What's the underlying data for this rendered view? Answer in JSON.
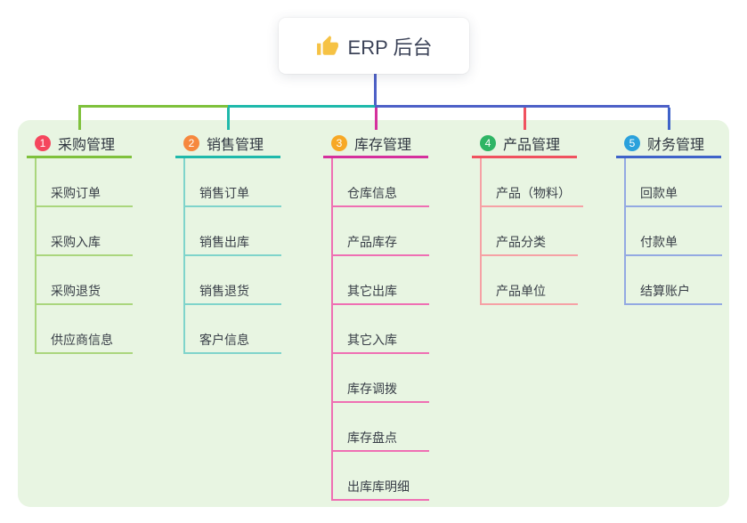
{
  "root": {
    "label": "ERP 后台",
    "icon": "thumbs-up",
    "connector_color": "#4e61c7"
  },
  "panel": {
    "background": "#e8f5e2"
  },
  "connectors": {
    "segments": [
      {
        "name": "left-green",
        "color": "#7fc13c"
      },
      {
        "name": "mid-teal",
        "color": "#1fb9ab"
      },
      {
        "name": "right-blue",
        "color": "#4e61c7"
      }
    ]
  },
  "branches": [
    {
      "number": "1",
      "label": "采购管理",
      "colors": {
        "badge": "#f5465d",
        "line": "#7fc13c",
        "light": "#aad67d"
      },
      "children": [
        "采购订单",
        "采购入库",
        "采购退货",
        "供应商信息"
      ]
    },
    {
      "number": "2",
      "label": "销售管理",
      "colors": {
        "badge": "#f6883e",
        "line": "#1fb9ab",
        "light": "#7fd4cb"
      },
      "children": [
        "销售订单",
        "销售出库",
        "销售退货",
        "客户信息"
      ]
    },
    {
      "number": "3",
      "label": "库存管理",
      "colors": {
        "badge": "#f7a825",
        "line": "#d5309d",
        "light": "#ef6fb3"
      },
      "children": [
        "仓库信息",
        "产品库存",
        "其它出库",
        "其它入库",
        "库存调拨",
        "库存盘点",
        "出库库明细"
      ]
    },
    {
      "number": "4",
      "label": "产品管理",
      "colors": {
        "badge": "#2eb564",
        "line": "#f0525f",
        "light": "#f6a1a5"
      },
      "children": [
        "产品（物料）",
        "产品分类",
        "产品单位"
      ]
    },
    {
      "number": "5",
      "label": "财务管理",
      "colors": {
        "badge": "#2aa1dc",
        "line": "#3f63c9",
        "light": "#93a9e2"
      },
      "children": [
        "回款单",
        "付款单",
        "结算账户"
      ]
    }
  ]
}
